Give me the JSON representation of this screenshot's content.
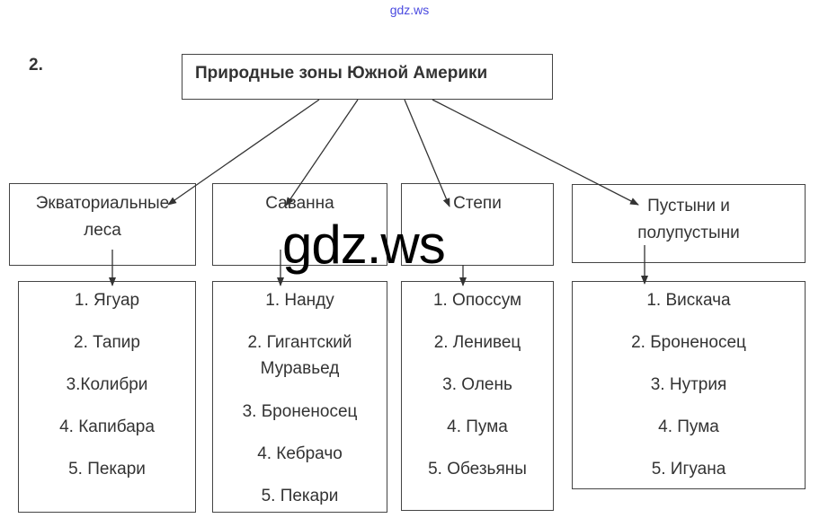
{
  "watermark_top": "gdz.ws",
  "watermark_center": "gdz.ws",
  "task_number": "2.",
  "title": "Природные зоны Южной Америки",
  "zones": [
    {
      "name_line1": "Экваториальные",
      "name_line2": "леса",
      "items": [
        "1. Ягуар",
        "2. Тапир",
        "3.Колибри",
        "4. Капибара",
        "5. Пекари"
      ]
    },
    {
      "name_line1": "Саванна",
      "name_line2": "",
      "items": [
        "1. Нанду",
        "2. Гигантский",
        "Муравьед",
        "3. Броненосец",
        "4. Кебрачо",
        "5. Пекари"
      ]
    },
    {
      "name_line1": "Степи",
      "name_line2": "",
      "items": [
        "1. Опоссум",
        "2. Ленивец",
        "3. Олень",
        "4. Пума",
        "5. Обезьяны"
      ]
    },
    {
      "name_line1": "Пустыни и",
      "name_line2": "полупустыни",
      "items": [
        "1. Вискача",
        "2. Броненосец",
        "3. Нутрия",
        "4. Пума",
        "5. Игуана"
      ]
    }
  ]
}
